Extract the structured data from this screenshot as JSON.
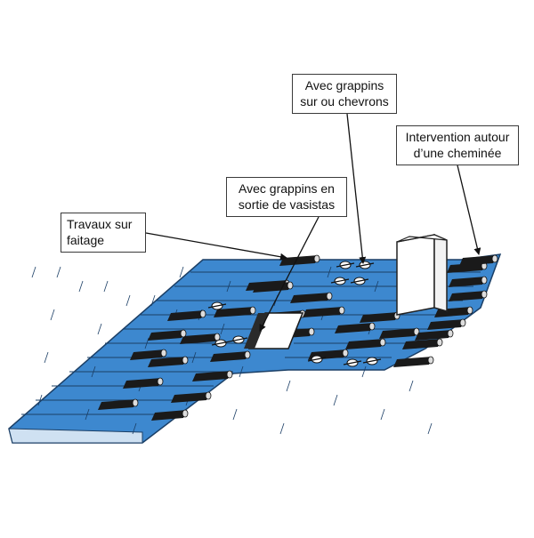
{
  "diagram": {
    "callouts": {
      "faitage": {
        "line1": "Travaux sur",
        "line2": "faitage"
      },
      "vasistas": {
        "line1": "Avec grappins en",
        "line2": "sortie de vasistas"
      },
      "chevrons": {
        "line1": "Avec grappins",
        "line2": "sur ou chevrons"
      },
      "cheminee": {
        "line1": "Intervention autour",
        "line2": "d’une cheminée"
      }
    },
    "colors": {
      "roof": "#3d88cf",
      "tile_line": "#1b3f66",
      "ladder": "#1a1a1a",
      "chimney": "#ffffff",
      "outline": "#222222"
    },
    "icons": [
      "roof-diagram",
      "roof-ladder-icon",
      "grapple-hook-icon",
      "chimney-icon",
      "skylight-opening-icon",
      "callout-arrow-icon"
    ]
  }
}
